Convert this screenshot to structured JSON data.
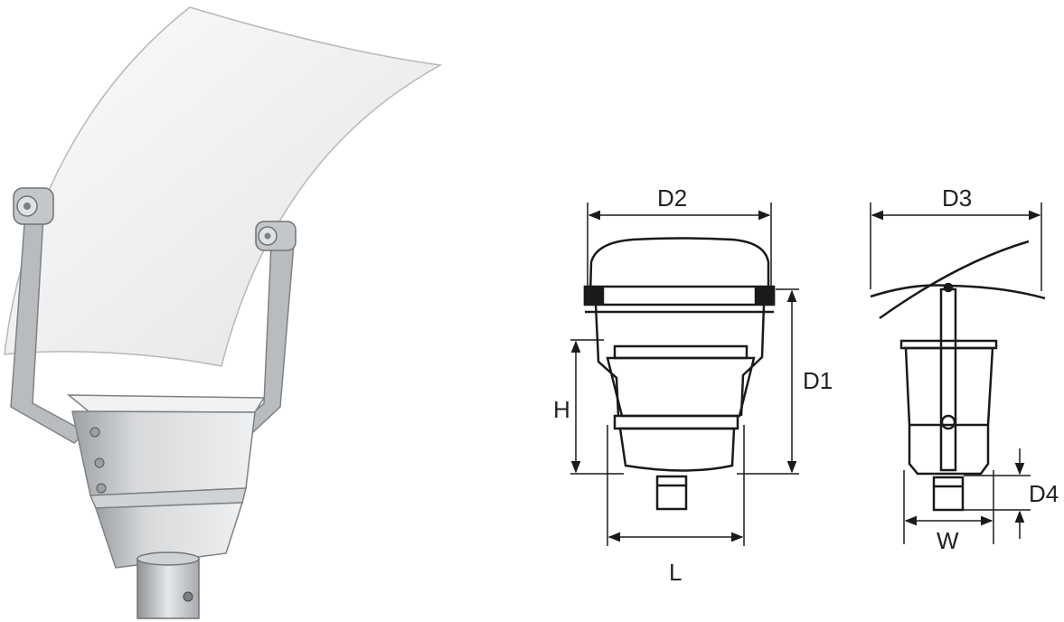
{
  "labels": {
    "d2": "D2",
    "d3": "D3",
    "d1": "D1",
    "h": "H",
    "l": "L",
    "w": "W",
    "d4": "D4"
  },
  "colors": {
    "line": "#1a1a1a",
    "reflector": "#f4f4f4",
    "metal": "#c9cbcd",
    "metal_dark": "#8e9296",
    "body": "#e3e5e6"
  }
}
